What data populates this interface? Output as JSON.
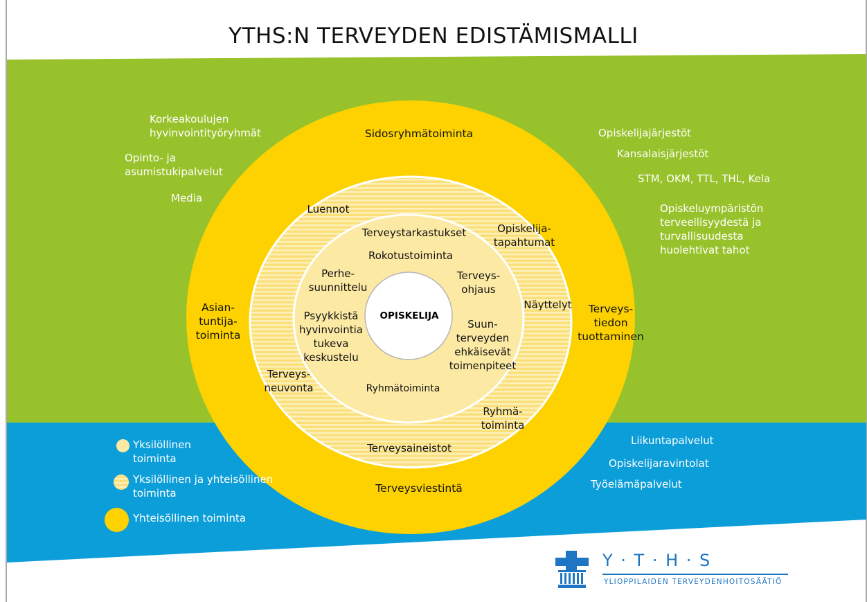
{
  "title": "YTHS:N TERVEYDEN EDISTÄMISMALLI",
  "colors": {
    "green": "#98c22b",
    "blue": "#0c9ed9",
    "yellow": "#fdd200",
    "stripe_light": "#fbe27a",
    "stripe_dark": "#f4c842",
    "inner": "#fbe9a4",
    "center": "#ffffff",
    "logo_blue": "#1d75c4"
  },
  "center_label": "OPISKELIJA",
  "outer_ring": {
    "top": "Sidosryhmätoiminta",
    "left": "Asian-\ntuntija-\ntoiminta",
    "right": "Terveys-\ntiedon\ntuottaminen",
    "bottom": "Terveysviestintä"
  },
  "middle_ring": {
    "luennot": "Luennot",
    "opiskelijatapahtumat": "Opiskelija-\ntapahtumat",
    "nayttelyt": "Näyttelyt",
    "ryhmatoiminta": "Ryhmä-\ntoiminta",
    "terveysaineistot": "Terveysaineistot",
    "terveysneuvonta": "Terveys-\nneuvonta"
  },
  "inner_ring": {
    "terveystarkastukset": "Terveystarkastukset",
    "rokotustoiminta": "Rokotustoiminta",
    "perhesuunnittelu": "Perhe-\nsuunnittelu",
    "terveysohjaus": "Terveys-\nohjaus",
    "psyykkista": "Psyykkistä\nhyvinvointia\ntukeva\nkeskustelu",
    "suunterveyden": "Suun-\nterveyden\nehkäisevät\ntoimenpiteet",
    "ryhmatoiminta": "Ryhmätoiminta"
  },
  "green_left": {
    "korkeakoulujen": "Korkeakoulujen\nhyvinvointityöryhmät",
    "opinto": "Opinto- ja\nasumistukipalvelut",
    "media": "Media"
  },
  "green_right": {
    "opiskelijajarjestot": "Opiskelijajärjestöt",
    "kansalaisjarjestot": "Kansalaisjärjestöt",
    "stm": "STM, OKM, TTL, THL, Kela",
    "opiskeluymparisto": "Opiskeluympäristön\nterveellisyydestä ja\nturvallisuudesta\nhuolehtivat tahot"
  },
  "blue_right": {
    "liikunta": "Liikuntapalvelut",
    "ravintolat": "Opiskelijaravintolat",
    "tyoelama": "Työelämäpalvelut"
  },
  "legend": {
    "individual": "Yksilöllinen\ntoiminta",
    "both": "Yksilöllinen ja yhteisöllinen\ntoiminta",
    "community": "Yhteisöllinen toiminta"
  },
  "logo": {
    "letters": "Y · T · H · S",
    "subtitle": "YLIOPPILAIDEN TERVEYDENHOITOSÄÄTIÖ"
  }
}
